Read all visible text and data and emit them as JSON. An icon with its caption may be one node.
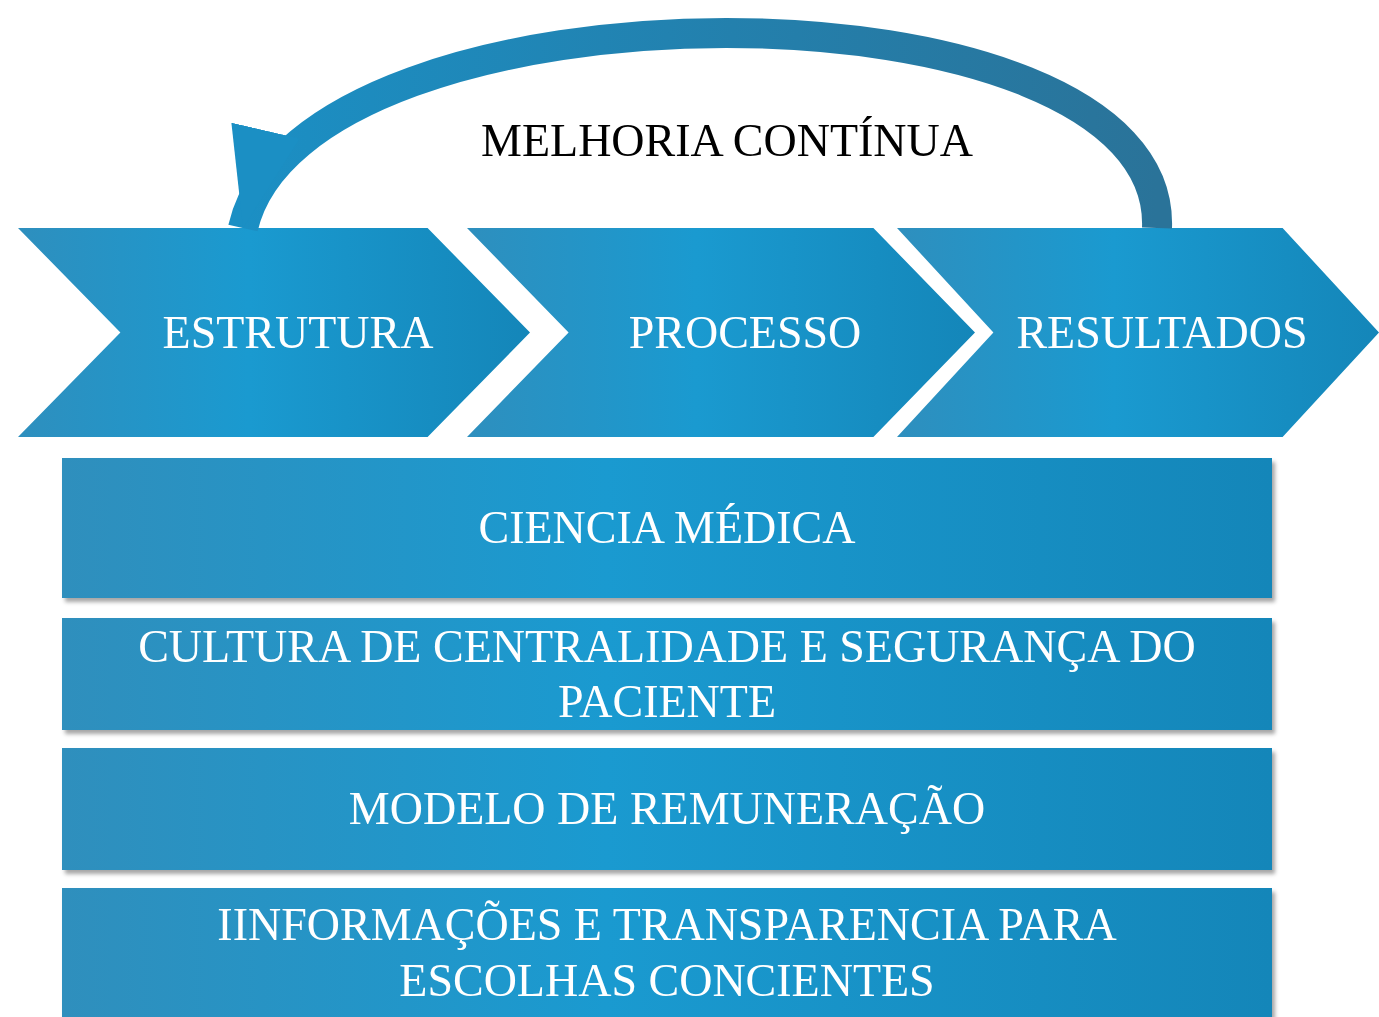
{
  "diagram": {
    "nodes": [
      {
        "text": [
          "ESTRUTURA"
        ]
      },
      {
        "text": [
          "PROCESSO"
        ]
      },
      {
        "text": [
          "RESULTADOS"
        ]
      },
      {
        "text": [
          "CIENCIA MÉDICA"
        ]
      },
      {
        "text": [
          "CULTURA DE CENTRALIDADE E SEGURANÇA DO PACIENTE"
        ]
      },
      {
        "text": [
          "MODELO DE REMUNERAÇÃO"
        ]
      },
      {
        "text": [
          "IINFORMAÇÕES E TRANSPARENCIA PARA ESCOLHAS CONCIENTES"
        ]
      }
    ],
    "edges": [
      {
        "from": 2,
        "to": 0,
        "arrow": "to",
        "label": "MELHORIA CONTÍNUA"
      }
    ]
  }
}
